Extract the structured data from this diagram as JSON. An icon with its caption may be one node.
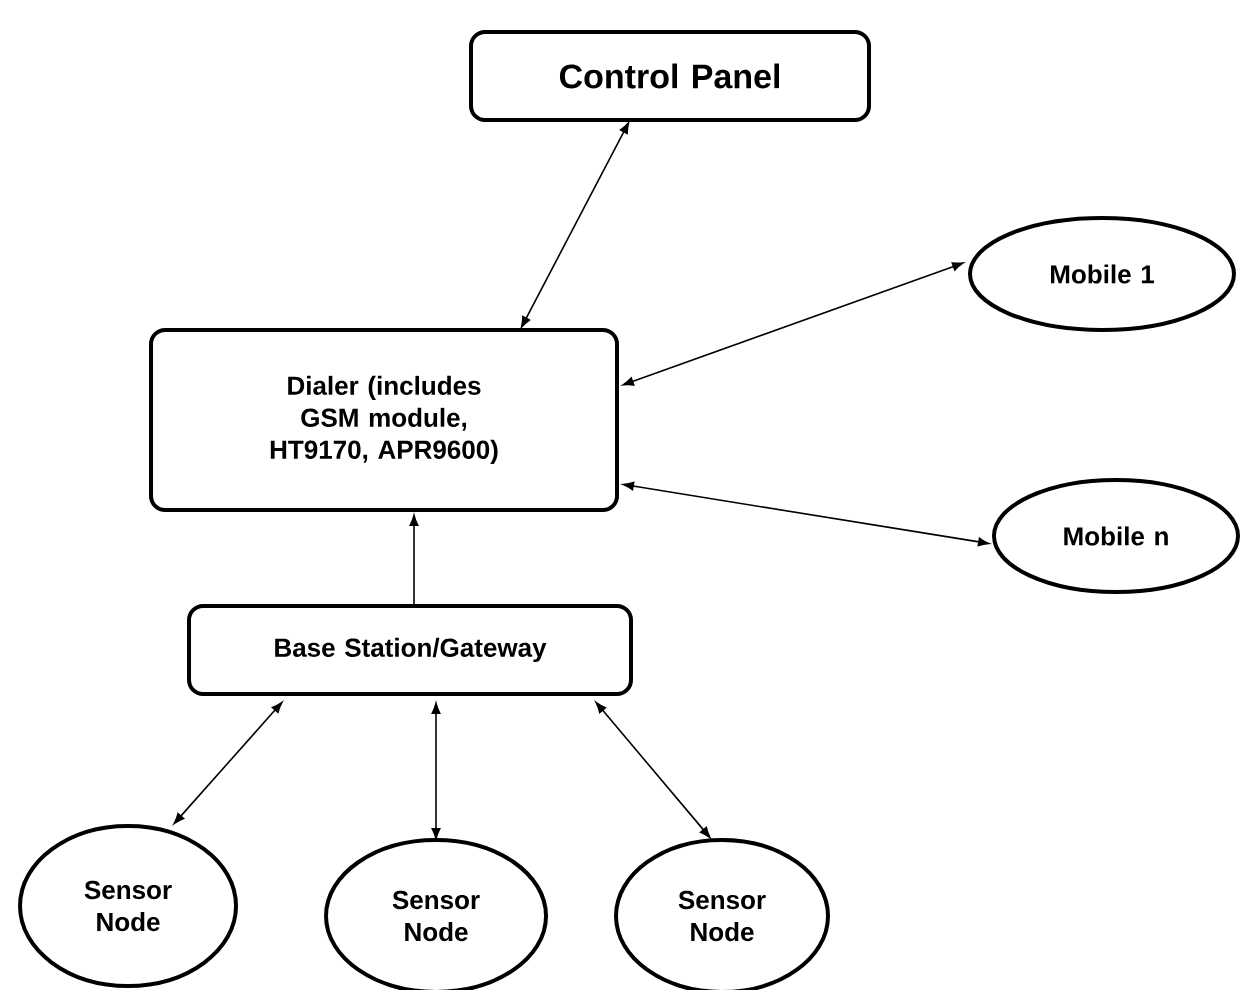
{
  "diagram": {
    "nodes": [
      {
        "text": [
          "Control Panel"
        ]
      },
      {
        "text": [
          "Dialer (includes GSM module, HT9170, APR9600)"
        ]
      },
      {
        "text": [
          "Mobile 1"
        ]
      },
      {
        "text": [
          "Mobile n"
        ]
      },
      {
        "text": [
          "Base Station/Gateway"
        ]
      },
      {
        "text": [
          "Sensor Node"
        ]
      },
      {
        "text": [
          "Sensor Node"
        ]
      },
      {
        "text": [
          "Sensor Node"
        ]
      }
    ],
    "edges": [
      {
        "from": 0,
        "to": 1,
        "arrow": "both"
      },
      {
        "from": 1,
        "to": 2,
        "arrow": "both"
      },
      {
        "from": 1,
        "to": 3,
        "arrow": "both"
      },
      {
        "from": 4,
        "to": 1,
        "arrow": "to"
      },
      {
        "from": 4,
        "to": 5,
        "arrow": "both"
      },
      {
        "from": 4,
        "to": 6,
        "arrow": "both"
      },
      {
        "from": 4,
        "to": 7,
        "arrow": "both"
      }
    ]
  }
}
